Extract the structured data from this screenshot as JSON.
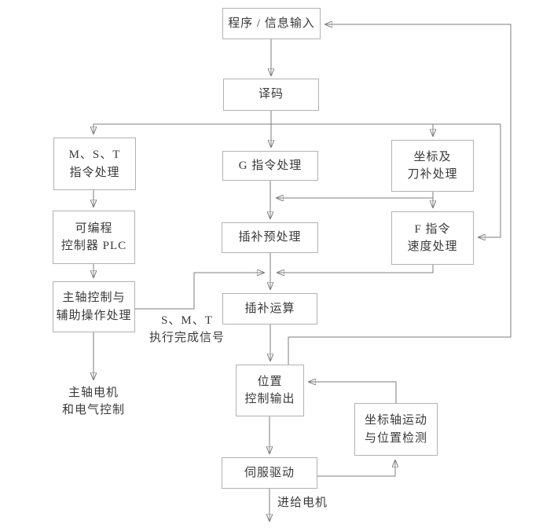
{
  "diagram": {
    "type": "flowchart",
    "subject": "CNC 数控系统工作流程图",
    "colors": {
      "background": "#ffffff",
      "box_border": "#b2b2b2",
      "connector": "#7d7d7d",
      "arrowhead": "#1f1f1f",
      "text": "#3a3a3a"
    },
    "boxes": {
      "program_input": {
        "lines": [
          "程序 / 信息输入"
        ]
      },
      "decode": {
        "lines": [
          "译码"
        ]
      },
      "mst": {
        "lines": [
          "M、S、T",
          "指令处理"
        ]
      },
      "g_cmd": {
        "lines": [
          "G 指令处理"
        ]
      },
      "coord_tool": {
        "lines": [
          "坐标及",
          "刀补处理"
        ]
      },
      "plc": {
        "lines": [
          "可编程",
          "控制器 PLC"
        ]
      },
      "interp_pre": {
        "lines": [
          "插补预处理"
        ]
      },
      "f_speed": {
        "lines": [
          "F 指令",
          "速度处理"
        ]
      },
      "spindle_ctrl": {
        "lines": [
          "主轴控制与",
          "辅助操作处理"
        ]
      },
      "interp_calc": {
        "lines": [
          "插补运算"
        ]
      },
      "pos_output": {
        "lines": [
          "位置",
          "控制输出"
        ]
      },
      "coord_motion": {
        "lines": [
          "坐标轴运动",
          "与位置检测"
        ]
      },
      "servo": {
        "lines": [
          "伺服驱动"
        ]
      }
    },
    "labels": {
      "smt_signal": {
        "lines": [
          "S、M、T",
          "执行完成信号"
        ]
      },
      "spindle_motor": {
        "lines": [
          "主轴电机",
          "和电气控制"
        ]
      },
      "feed_motor": {
        "lines": [
          "进给电机"
        ]
      }
    },
    "connections": [
      {
        "from": "program_input",
        "to": "decode"
      },
      {
        "from": "decode",
        "to": "mst"
      },
      {
        "from": "decode",
        "to": "g_cmd"
      },
      {
        "from": "decode",
        "to": "coord_tool"
      },
      {
        "from": "decode",
        "to": "f_speed"
      },
      {
        "from": "mst",
        "to": "plc"
      },
      {
        "from": "plc",
        "to": "spindle_ctrl"
      },
      {
        "from": "spindle_ctrl",
        "to": "spindle_motor_label"
      },
      {
        "from": "spindle_ctrl",
        "to": "interp_calc",
        "label": "smt_signal"
      },
      {
        "from": "g_cmd",
        "to": "interp_pre"
      },
      {
        "from": "coord_tool",
        "to": "interp_pre"
      },
      {
        "from": "coord_tool",
        "to": "f_speed"
      },
      {
        "from": "interp_pre",
        "to": "interp_calc"
      },
      {
        "from": "f_speed",
        "to": "interp_calc"
      },
      {
        "from": "interp_calc",
        "to": "pos_output"
      },
      {
        "from": "pos_output",
        "to": "program_input"
      },
      {
        "from": "coord_motion",
        "to": "pos_output"
      },
      {
        "from": "pos_output",
        "to": "servo"
      },
      {
        "from": "servo",
        "to": "coord_motion"
      },
      {
        "from": "servo",
        "to": "feed_motor_label",
        "label": "feed_motor"
      }
    ]
  }
}
